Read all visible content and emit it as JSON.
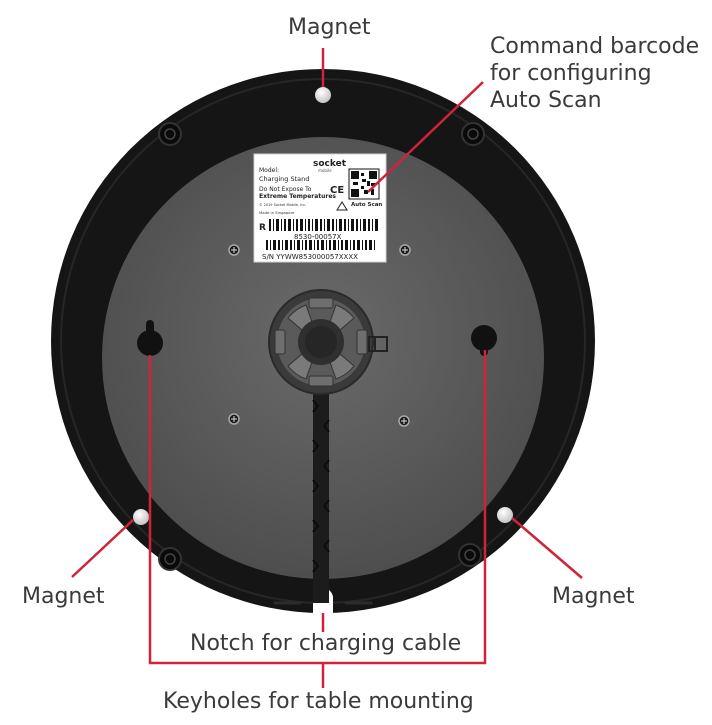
{
  "callouts": {
    "magnet_top": "Magnet",
    "command_barcode": "Command barcode\nfor configuring\nAuto Scan",
    "magnet_left": "Magnet",
    "magnet_right": "Magnet",
    "notch": "Notch for charging cable",
    "keyholes": "Keyholes for table mounting"
  },
  "product_label": {
    "brand": "socket",
    "brand_sub": "mobile",
    "model_line": "Model:",
    "model_name": "Charging Stand",
    "warning_1": "Do Not Expose To",
    "warning_2": "Extreme Temperatures",
    "copyright": "© 2019 Socket Mobile, Inc.",
    "made_in": "Made in Singapore",
    "auto_scan": "Auto Scan",
    "part_number": "8530-00057X",
    "serial": "S/N YYWW853000057XXXX"
  },
  "colors": {
    "callout_line": "#d0223a",
    "callout_text": "#3a3a3a",
    "base_outer": "#151515",
    "base_inner": "#5c5c5c"
  }
}
